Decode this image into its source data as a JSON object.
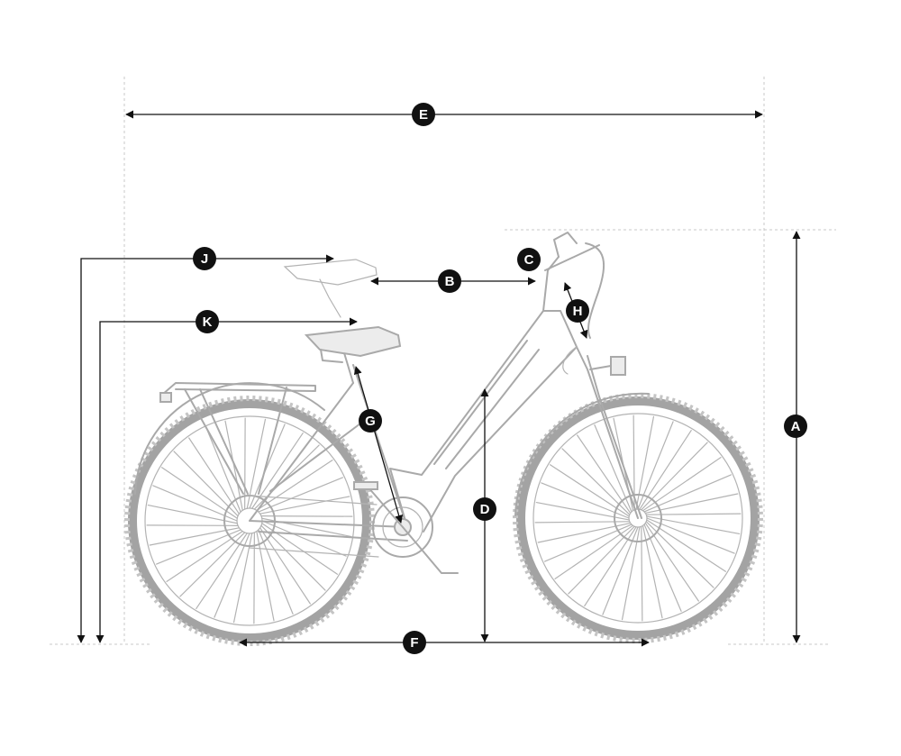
{
  "diagram": {
    "labels": {
      "A": "A",
      "B": "B",
      "C": "C",
      "D": "D",
      "E": "E",
      "F": "F",
      "G": "G",
      "H": "H",
      "J": "J",
      "K": "K"
    },
    "colors": {
      "line": "#111111",
      "bike": "#a9a9a9",
      "guide": "#c9c9c9",
      "badge": "#111111",
      "badge_text": "#ffffff"
    }
  }
}
